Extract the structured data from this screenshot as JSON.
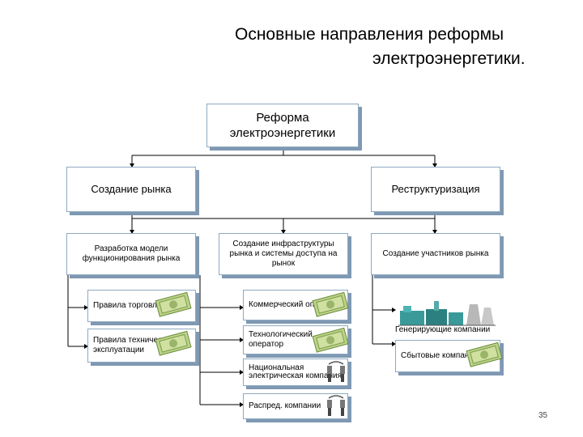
{
  "title": {
    "line1": "Основные направления реформы",
    "line2": "электроэнергетики."
  },
  "nodes": {
    "root": "Реформа электроэнергетики",
    "market": "Создание рынка",
    "restructuring": "Реструктуризация",
    "model": "Разработка модели функционирования рынка",
    "infrastructure": "Создание инфраструктуры рынка и системы доступа на рынок",
    "participants": "Создание участников рынка",
    "trade_rules": "Правила торговли",
    "tech_rules": "Правила технической эксплуатации",
    "commercial_operator": "Коммерческий оператор",
    "tech_operator": "Технологический оператор",
    "national_grid": "Национальная электрическая компания",
    "distribution": "Распред. компании",
    "generating": "Генерирующие компании",
    "sales": "Сбытовые компании"
  },
  "page_number": "35",
  "colors": {
    "box_border": "#8ea9c1",
    "box_shadow": "#7f98b3",
    "connector": "#000000"
  },
  "icons": [
    "money-icon",
    "connector-plug-icon",
    "power-plant-icon"
  ]
}
